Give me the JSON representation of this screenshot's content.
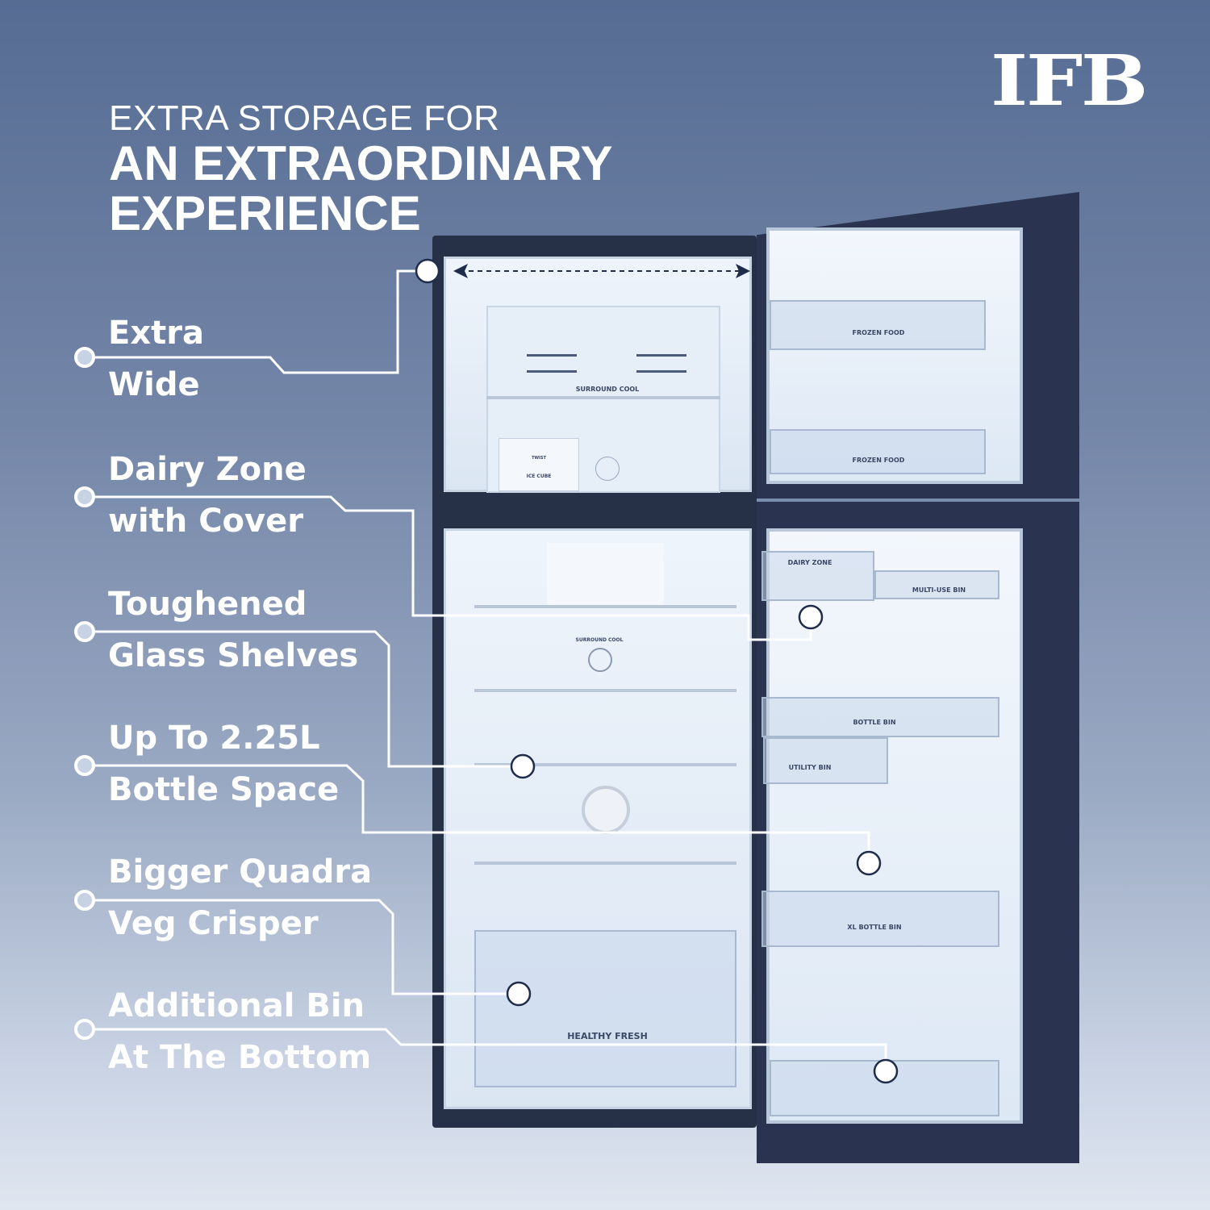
{
  "brand": {
    "logo": "IFB"
  },
  "headline": {
    "line1": "EXTRA STORAGE FOR",
    "line2": "AN EXTRAORDINARY",
    "line3": "EXPERIENCE"
  },
  "features": [
    {
      "line1": "Extra",
      "line2": "Wide"
    },
    {
      "line1": "Dairy Zone",
      "line2": "with Cover"
    },
    {
      "line1": "Toughened",
      "line2": "Glass Shelves"
    },
    {
      "line1": "Up To 2.25L",
      "line2": "Bottle Space"
    },
    {
      "line1": "Bigger Quadra",
      "line2": "Veg Crisper"
    },
    {
      "line1": "Additional Bin",
      "line2": "At The Bottom"
    }
  ],
  "fridge_labels": {
    "surround_cool_freezer": "SURROUND COOL",
    "twist": "TWIST",
    "ice_cube": "ICE CUBE",
    "frozen_food_1": "FROZEN FOOD",
    "frozen_food_2": "FROZEN FOOD",
    "surround_cool_fridge": "SURROUND COOL",
    "dairy_zone": "DAIRY ZONE",
    "multi_use_bin": "MULTI-USE BIN",
    "bottle_bin": "BOTTLE BIN",
    "utility_bin": "UTILITY BIN",
    "xl_bottle_bin": "XL BOTTLE BIN",
    "healthy_fresh": "HEALTHY FRESH"
  },
  "colors": {
    "background": "#6f82a6",
    "text": "#ffffff",
    "fridge_body": "#263047"
  }
}
